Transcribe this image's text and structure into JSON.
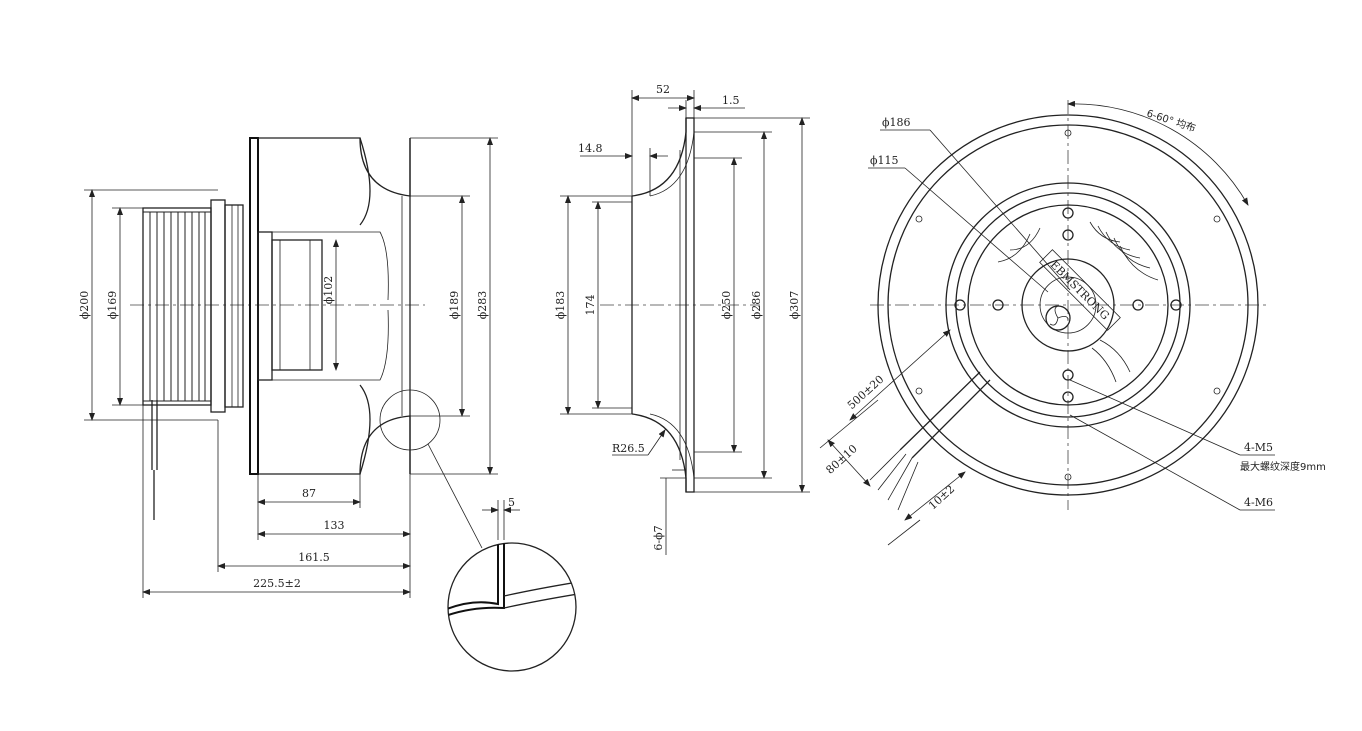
{
  "views": {
    "side": {
      "dims": {
        "d200": "ϕ200",
        "d169": "ϕ169",
        "d102": "ϕ102",
        "d189": "ϕ189",
        "d283": "ϕ283",
        "l87": "87",
        "l133": "133",
        "l161": "161.5",
        "l225": "225.5±2"
      }
    },
    "detail": {
      "t5": "5"
    },
    "inlet": {
      "dims": {
        "d52": "52",
        "d1_5": "1.5",
        "d14_8": "14.8",
        "d183": "ϕ183",
        "d174": "174",
        "d250": "ϕ250",
        "d286": "ϕ286",
        "d307": "ϕ307",
        "r26_5": "R26.5",
        "h6_7": "6-ϕ7"
      }
    },
    "front": {
      "dims": {
        "d186": "ϕ186",
        "d115": "ϕ115",
        "angle": "6-60° 均布",
        "cable500": "500±20",
        "cable80": "80±10",
        "cable10": "10±2",
        "m5": "4-M5",
        "m5note": "最大螺纹深度9mm",
        "m6": "4-M6"
      },
      "logo": "EBMSTRONG"
    }
  }
}
